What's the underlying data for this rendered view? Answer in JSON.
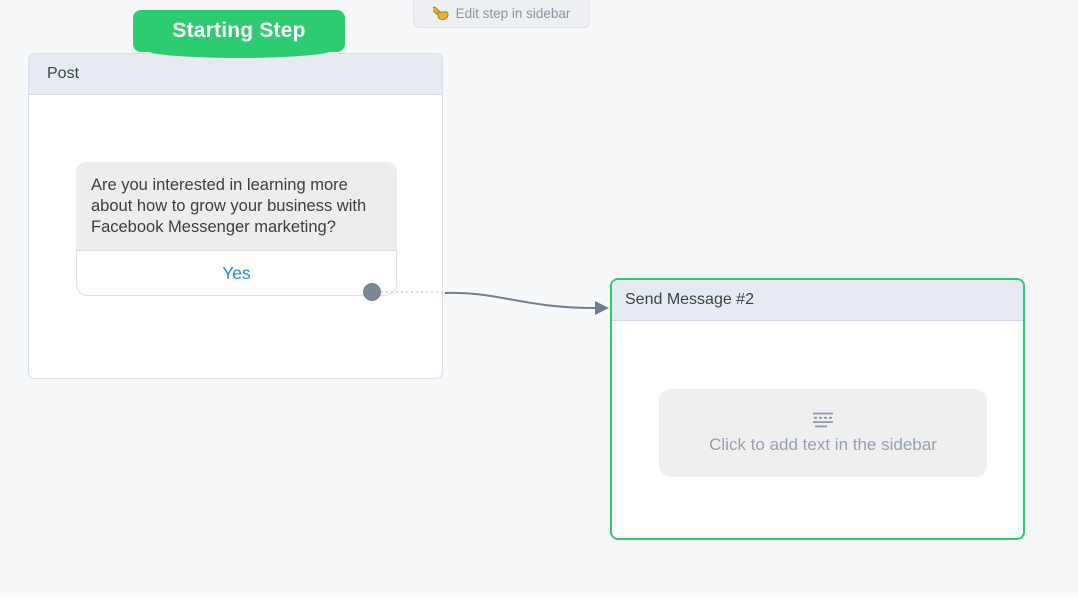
{
  "colors": {
    "accent_green": "#2ecc71",
    "link_blue": "#1d87fc",
    "connector_gray": "#717d90",
    "canvas_bg": "#f7f8fa"
  },
  "badge": {
    "label": "Starting Step"
  },
  "tooltip": {
    "label": "Edit step in sidebar",
    "icon": "hand-pointer-icon"
  },
  "post_card": {
    "title": "Post",
    "message": {
      "text": "Are you interested in learning more about how to grow your business with Facebook Messenger marketing?",
      "button_label": "Yes"
    }
  },
  "send_card": {
    "title": "Send Message #2",
    "placeholder": {
      "icon": "text-lines-icon",
      "label": "Click to add text in the sidebar"
    }
  }
}
